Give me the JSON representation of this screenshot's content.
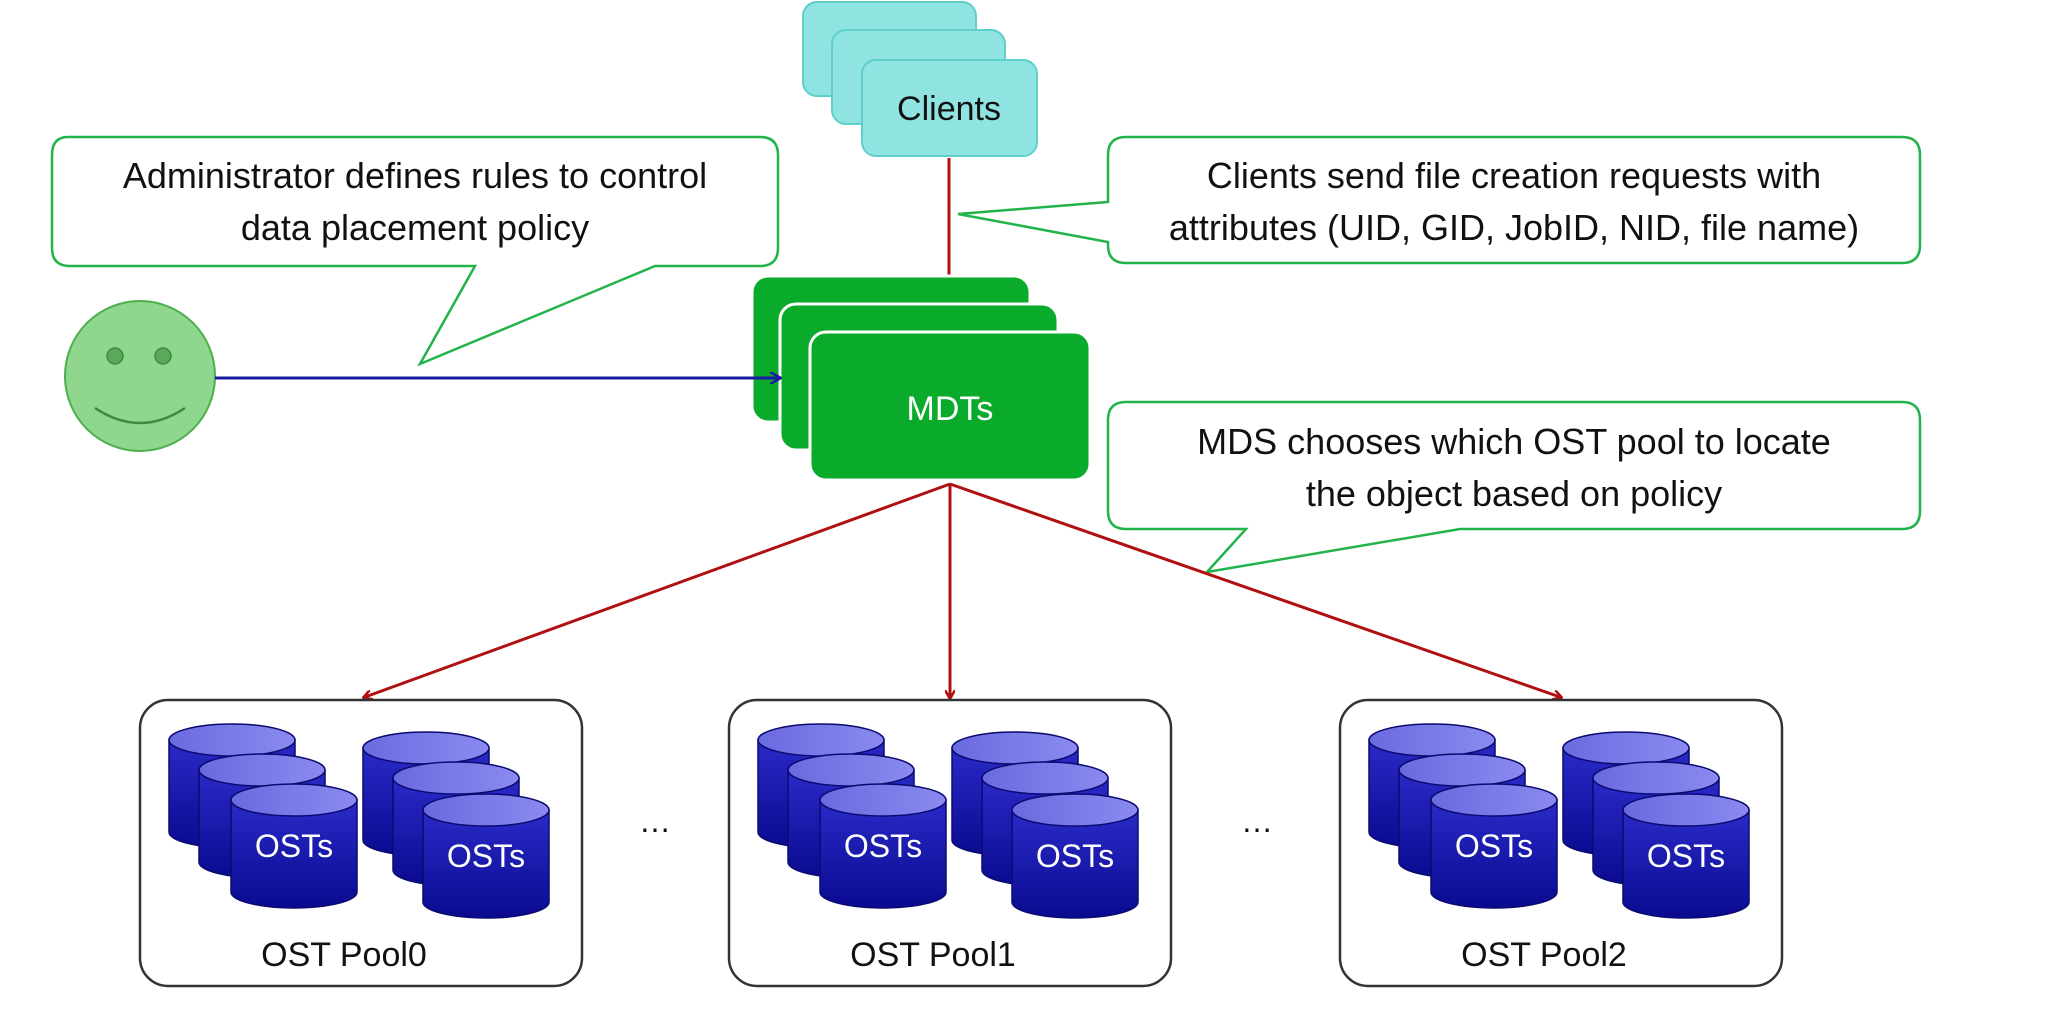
{
  "nodes": {
    "clients": {
      "label": "Clients"
    },
    "mdts": {
      "label": "MDTs"
    }
  },
  "callouts": {
    "admin": {
      "lines": [
        "Administrator defines rules to control",
        "data placement policy"
      ]
    },
    "clients": {
      "lines": [
        "Clients send file creation requests with",
        "attributes (UID, GID, JobID, NID, file name)"
      ]
    },
    "mds": {
      "lines": [
        "MDS chooses which OST pool to locate",
        "the object based on policy"
      ]
    }
  },
  "pools": [
    {
      "name": "OST Pool0",
      "ost_label": "OSTs"
    },
    {
      "name": "OST Pool1",
      "ost_label": "OSTs"
    },
    {
      "name": "OST Pool2",
      "ost_label": "OSTs"
    }
  ],
  "ellipsis": "…",
  "colors": {
    "client_fill": "#8fe3e0",
    "mdt_fill": "#0aaa2a",
    "callout_border": "#22b34a",
    "arrow_red": "#b01010",
    "arrow_blue": "#1a1aa0",
    "disk_blue": "#1010a8",
    "smiley_fill": "#8fd68f"
  },
  "icons": {
    "admin": "smiley-face-icon",
    "disk": "cylinder-disk-icon"
  }
}
